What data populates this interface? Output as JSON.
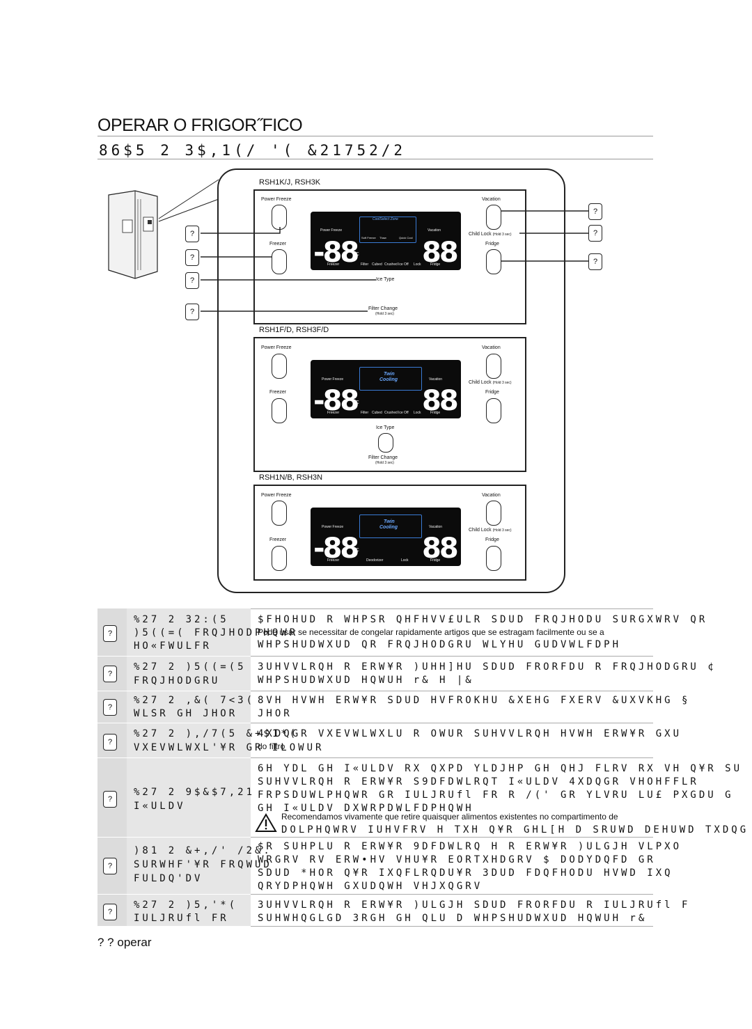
{
  "header": {
    "title": "OPERAR O FRIGOR˝FICO",
    "subtitle": "86$5 2 3$,1(/ '( &21752/2"
  },
  "models": [
    {
      "name": "RSH1K/J, RSH3K"
    },
    {
      "name": "RSH1F/D, RSH3F/D"
    },
    {
      "name": "RSH1N/B, RSH3N"
    }
  ],
  "panel": {
    "power_freeze": "Power Freeze",
    "freezer": "Freezer",
    "vacation": "Vacation",
    "child_lock": "Child Lock",
    "hold": "(Hold 3 sec)",
    "fridge": "Fridge",
    "ice_type": "Ice Type",
    "filter_change": "Filter Change",
    "coolselect": "CoolSelect Zone",
    "twin": "Twin",
    "cooling": "Cooling",
    "cs_soft": "Soft Freeze",
    "cs_thaw": "Thaw",
    "cs_quick": "Quick Cool",
    "digits": "-88",
    "digits2": "88",
    "degc": "°C",
    "lbl_filter": "Filter",
    "lbl_cubed": "Cubed",
    "lbl_crushed": "Crushed",
    "lbl_iceoff": "Ice Off",
    "lbl_lock": "Lock",
    "lbl_deodorizer": "Deodorizer"
  },
  "callouts": [
    "?",
    "?",
    "?",
    "?",
    "?",
    "?",
    "?"
  ],
  "table": {
    "rows": [
      {
        "num": "?",
        "label": [
          "%27 2 32:(5",
          ")5((=(  FRQJHODPHQWR",
          "HO«FWULFR"
        ],
        "desc": [
          "$FHOHUD R WHPSR QHFHVV£ULR SDUD FRQJHODU SURGXWRV QR",
          "WHPSHUDWXUD QR FRQJHODGRU WLYHU GUDVWLFDPH"
        ],
        "plain": "Pode usar se necessitar de congelar rapidamente artigos que se estragam facilmente ou se a"
      },
      {
        "num": "?",
        "label": [
          "%27 2 )5((=(5",
          "FRQJHODGRU"
        ],
        "desc": [
          "3UHVVLRQH R ERW¥R )UHH]HU SDUD FRORFDU R FRQJHODGRU ¢",
          "WHPSHUDWXUD HQWUH     r& H     |&"
        ]
      },
      {
        "num": "?",
        "label": [
          "%27 2 ,&( 7<3(",
          "WLSR GH JHOR"
        ],
        "desc": [
          "8VH HVWH ERW¥R SDUD HVFROKHU &XEHG  FXERV   &UXVKHG  §",
          "JHOR"
        ]
      },
      {
        "num": "?",
        "label": [
          "%27 2 ),/7(5 &+$1*(",
          "VXEVWLWXL'¥R GR ILOWUR"
        ],
        "desc": [
          "4XDQGR VXEVWLWXLU R  OWUR  SUHVVLRQH HVWH ERW¥R GXU"
        ],
        "plain": "do filtro"
      },
      {
        "num": "?",
        "label": [
          "%27 2 9$&$7,21",
          "I«ULDV"
        ],
        "desc": [
          "6H YDL GH I«ULDV RX QXPD YLDJHP GH QHJ FLRV RX VH Q¥R SU",
          "SUHVVLRQH R ERW¥R S9DFDWLRQT  I«ULDV   4XDQGR VHOHFFLR",
          "FRPSDUWLPHQWR GR IULJRUfl FR  R /(' GR YLVRU LU£ PXGDU G",
          "GH I«ULDV DXWRPDWLFDPHQWH"
        ],
        "warn_plain": "Recomendamos vivamente que retire quaisquer alimentos existentes no compartimento de",
        "warn_code": "DOLPHQWRV IUHVFRV H TXH Q¥R GHL[H D SRUWD DEHUWD TXDQG"
      },
      {
        "num": "?",
        "label": [
          ")81 2 &+,/' /2&.",
          "SURWHF'¥R FRQWUD",
          "FULDQ'DV"
        ],
        "desc": [
          "$R SUHPLU R ERW¥R 9DFDWLRQ H R ERW¥R )ULGJH VLPXO",
          "WRGRV RV ERW•HV VHU¥R EORTXHDGRV  $ DODYDQFD GR",
          "SDUD *HOR Q¥R IXQFLRQDU¥R  3DUD FDQFHODU HVWD IXQ",
          "QRYDPHQWH GXUDQWH    VHJXQGRV"
        ],
        "overlay": "do filtro"
      },
      {
        "num": "?",
        "label": [
          "%27 2 )5,'*(",
          "IULJRUfl FR"
        ],
        "desc": [
          "3UHVVLRQH R ERW¥R )ULGJH SDUD FRORFDU R IULJRUfl F",
          "SUHWHQGLGD  3RGH GH QLU D WHPSHUDWXUD HQWUH   r&"
        ]
      }
    ]
  },
  "footer": {
    "marks": "? ?",
    "text": "operar"
  }
}
